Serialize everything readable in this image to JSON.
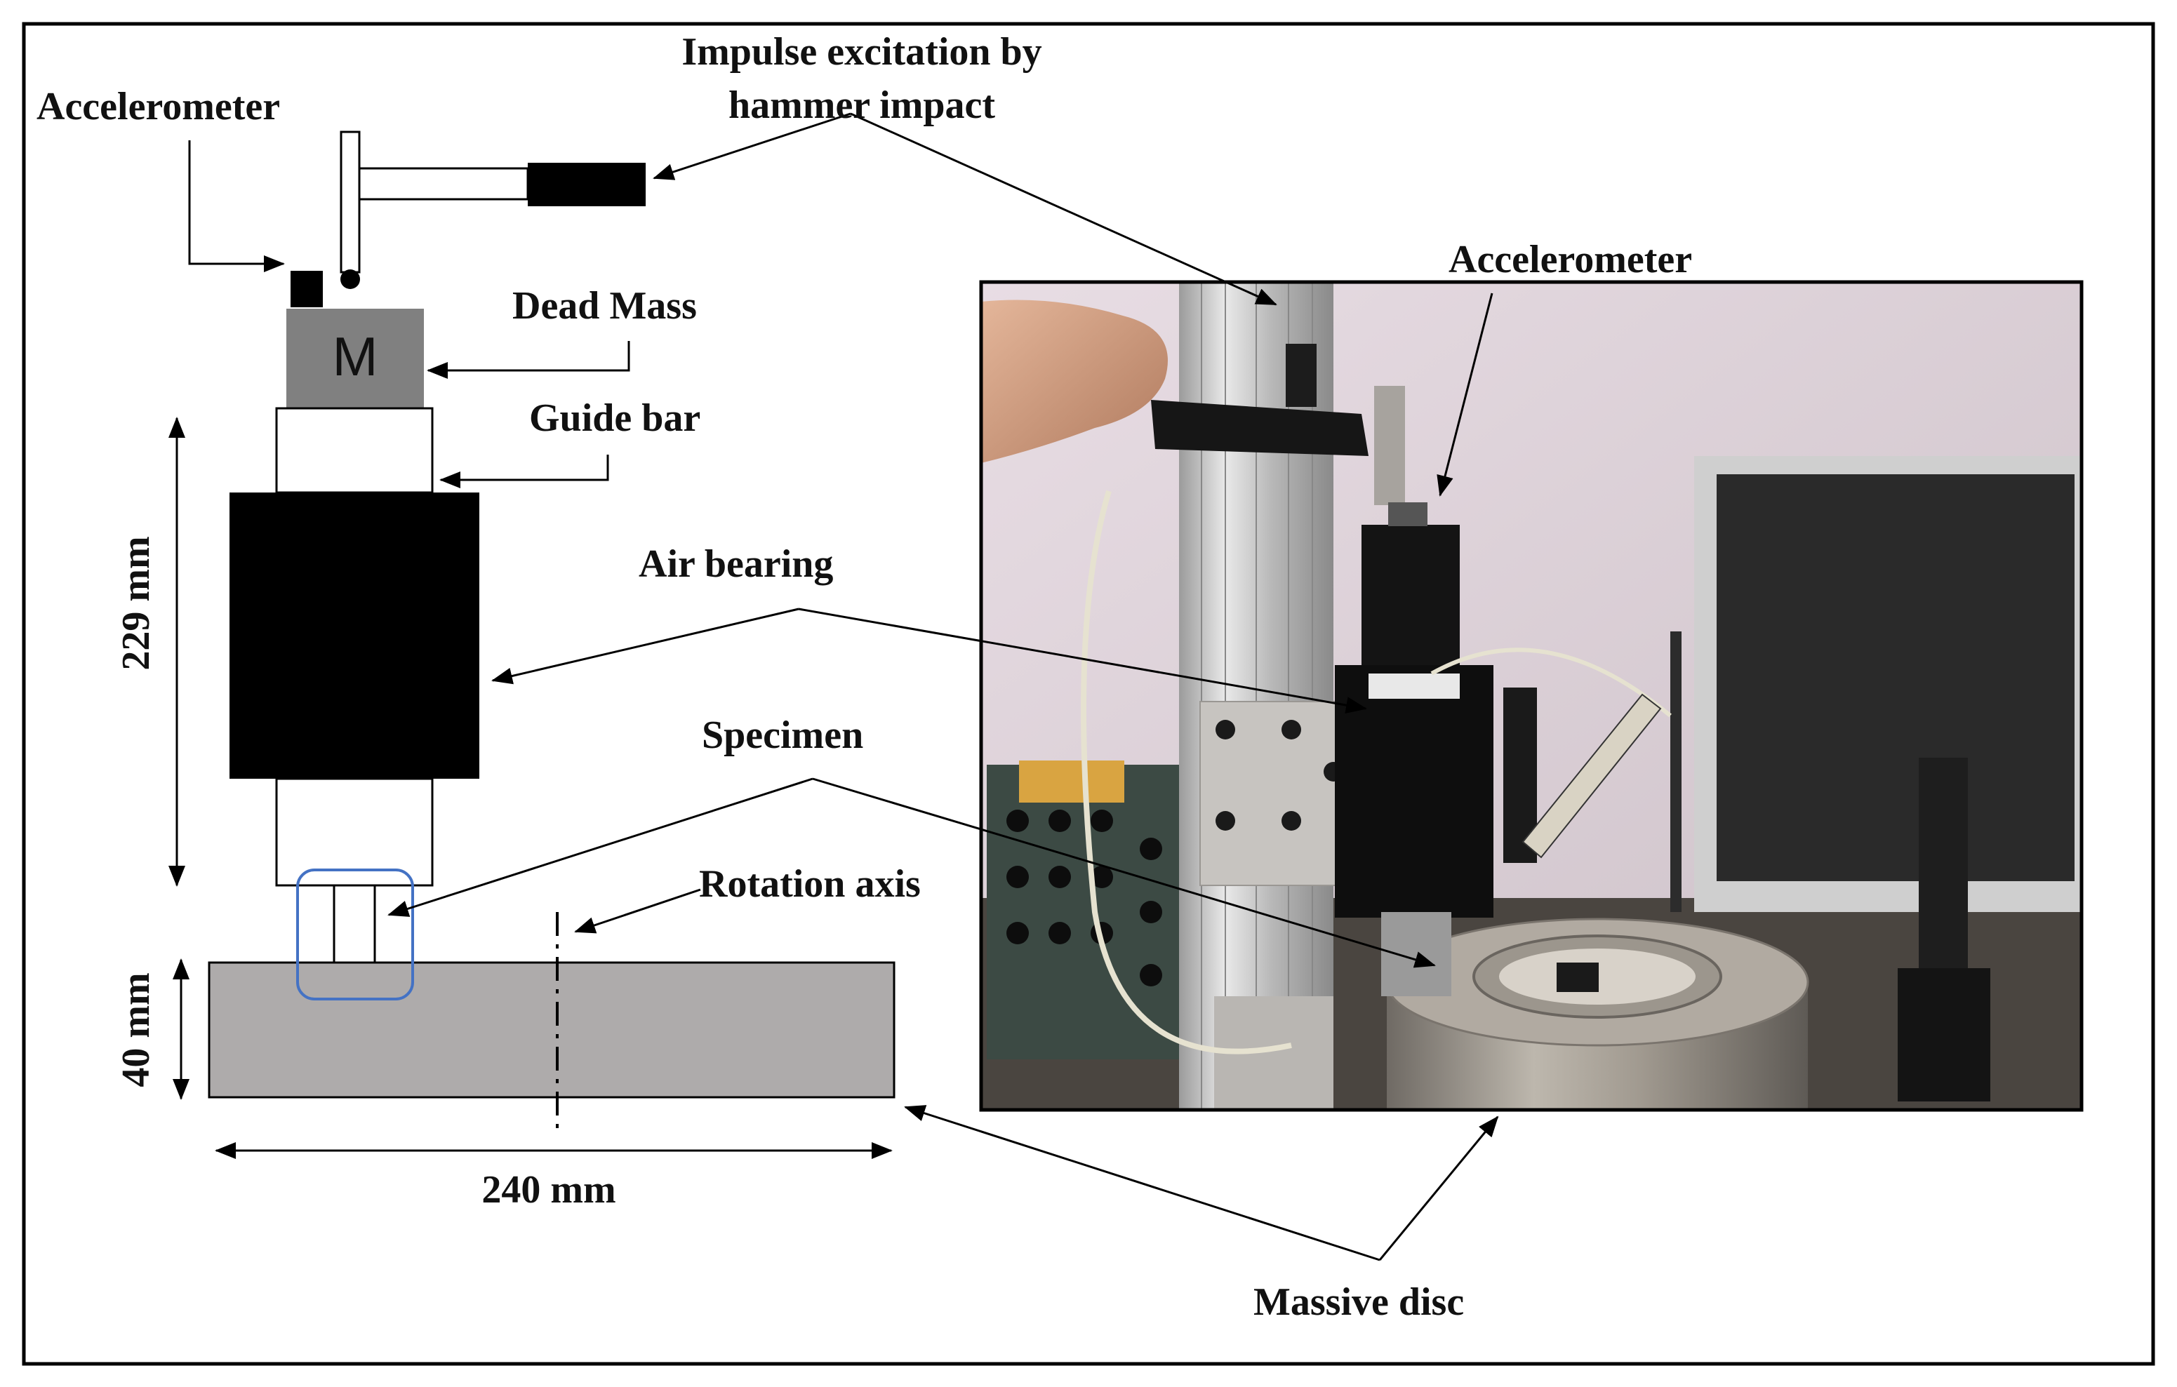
{
  "labels": {
    "impulse_line1": "Impulse excitation by",
    "impulse_line2": "hammer impact",
    "accelerometer_left": "Accelerometer",
    "accelerometer_right": "Accelerometer",
    "dead_mass": "Dead Mass",
    "mass_symbol": "M",
    "guide_bar": "Guide bar",
    "air_bearing": "Air bearing",
    "specimen": "Specimen",
    "rotation_axis": "Rotation axis",
    "massive_disc": "Massive disc"
  },
  "dimensions": {
    "height": "229 mm",
    "disc_thickness": "40 mm",
    "disc_width": "240 mm"
  },
  "colors": {
    "black": "#000000",
    "dead_mass_gray": "#808080",
    "disc_gray": "#aeabab",
    "specimen_highlight": "#4472c4"
  }
}
